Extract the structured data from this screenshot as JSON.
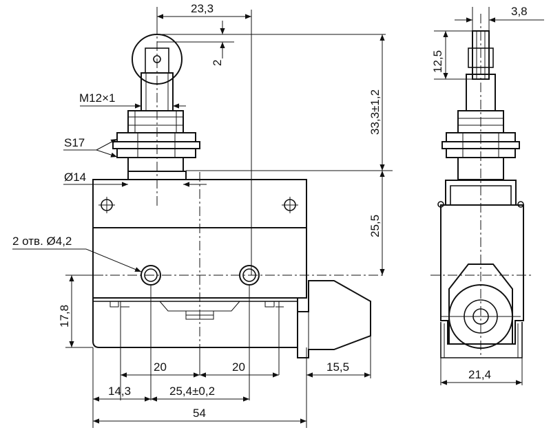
{
  "diagram": {
    "front_view": {
      "dims": {
        "roller_offset": "23,3",
        "roller_gap": "2",
        "plunger_height": "33,3±1,2",
        "thread": "M12×1",
        "nut": "S17",
        "bushing_diameter": "Ø14",
        "holes": "2 отв. Ø4,2",
        "body_upper_height": "25,5",
        "mount_height": "17,8",
        "hole_left_offset": "20",
        "hole_right_offset": "20",
        "lever_width": "15,5",
        "edge_offset": "14,3",
        "hole_spacing": "25,4±0,2",
        "overall_width": "54"
      }
    },
    "side_view": {
      "dims": {
        "roller_width": "3,8",
        "roller_height": "12,5",
        "body_width": "21,4"
      }
    }
  }
}
